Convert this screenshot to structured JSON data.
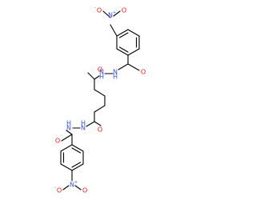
{
  "colors": {
    "bond": "#000000",
    "oxygen": "#ff0d0d",
    "nitrogen": "#3050f8"
  },
  "labels": {
    "O": "O",
    "N": "N",
    "minus": "-",
    "plus": "+",
    "NN": "N",
    "H": "H"
  }
}
